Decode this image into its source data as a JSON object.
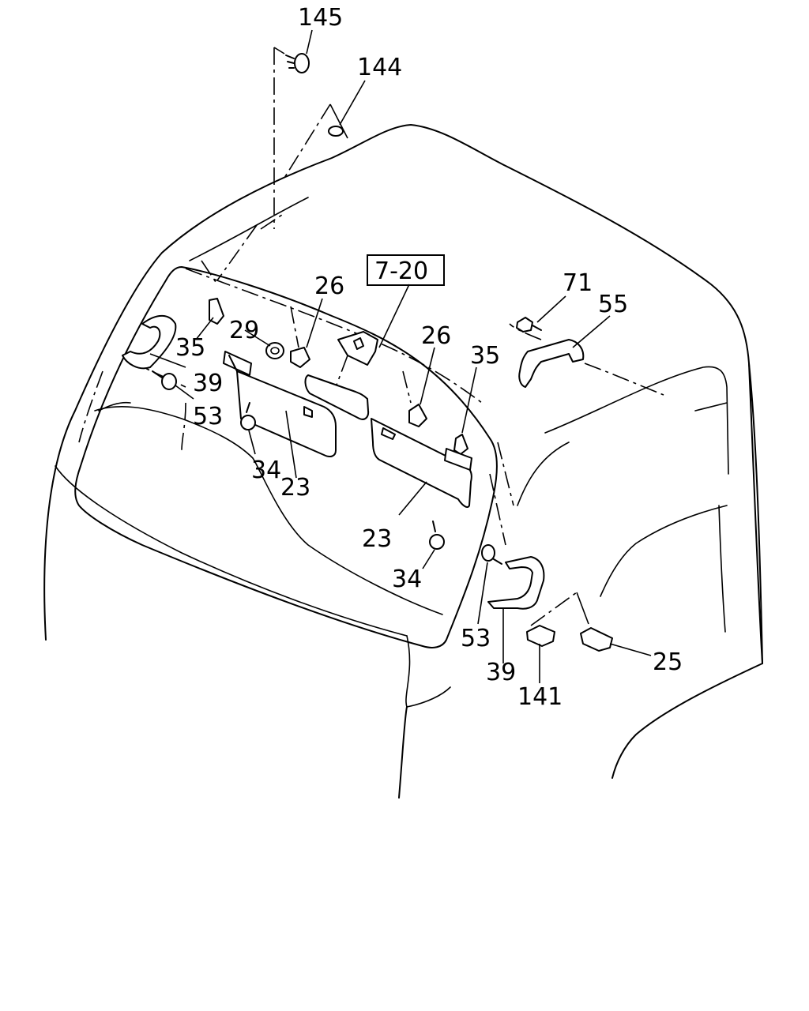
{
  "reference_box": "7-20",
  "callouts": [
    {
      "id": "c145",
      "text": "145"
    },
    {
      "id": "c144",
      "text": "144"
    },
    {
      "id": "c26a",
      "text": "26"
    },
    {
      "id": "c29",
      "text": "29"
    },
    {
      "id": "c35a",
      "text": "35"
    },
    {
      "id": "c39a",
      "text": "39"
    },
    {
      "id": "c53a",
      "text": "53"
    },
    {
      "id": "c34a",
      "text": "34"
    },
    {
      "id": "c23a",
      "text": "23"
    },
    {
      "id": "c26b",
      "text": "26"
    },
    {
      "id": "c35b",
      "text": "35"
    },
    {
      "id": "c71",
      "text": "71"
    },
    {
      "id": "c55",
      "text": "55"
    },
    {
      "id": "c23b",
      "text": "23"
    },
    {
      "id": "c34b",
      "text": "34"
    },
    {
      "id": "c53b",
      "text": "53"
    },
    {
      "id": "c39b",
      "text": "39"
    },
    {
      "id": "c141",
      "text": "141"
    },
    {
      "id": "c25",
      "text": "25"
    }
  ]
}
